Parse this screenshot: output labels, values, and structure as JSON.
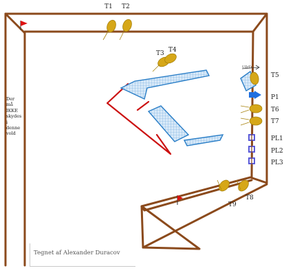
{
  "labels": {
    "t1": "T1",
    "t2": "T2",
    "t3": "T3",
    "t4": "T4",
    "t5": "T5",
    "p1": "P1",
    "t6": "T6",
    "t7": "T7",
    "pl1": "PL1",
    "pl2": "PL2",
    "pl3": "PL3",
    "t8": "T8",
    "t9": "T9",
    "updown": "UD/D"
  },
  "side_note": {
    "line1": "Der",
    "line2": "må",
    "line3": "IKKE",
    "line4": "skydes",
    "line5": "i",
    "line6": "denne",
    "line7": "vold"
  },
  "credit": "Tegnet af Alexander Duracov",
  "colors": {
    "wall": "#8b4a1c",
    "pit": "#cc1111",
    "target": "#d6a718",
    "platform_fill": "#cfe4f7",
    "platform_edge": "#2a7ec7",
    "popper": "#1f6fe0",
    "plate": "#5a5ad8",
    "flag": "#dd1111"
  },
  "icons": [
    "flag-icon",
    "target-icon",
    "popper-icon",
    "plate-icon",
    "arrow-icon"
  ]
}
